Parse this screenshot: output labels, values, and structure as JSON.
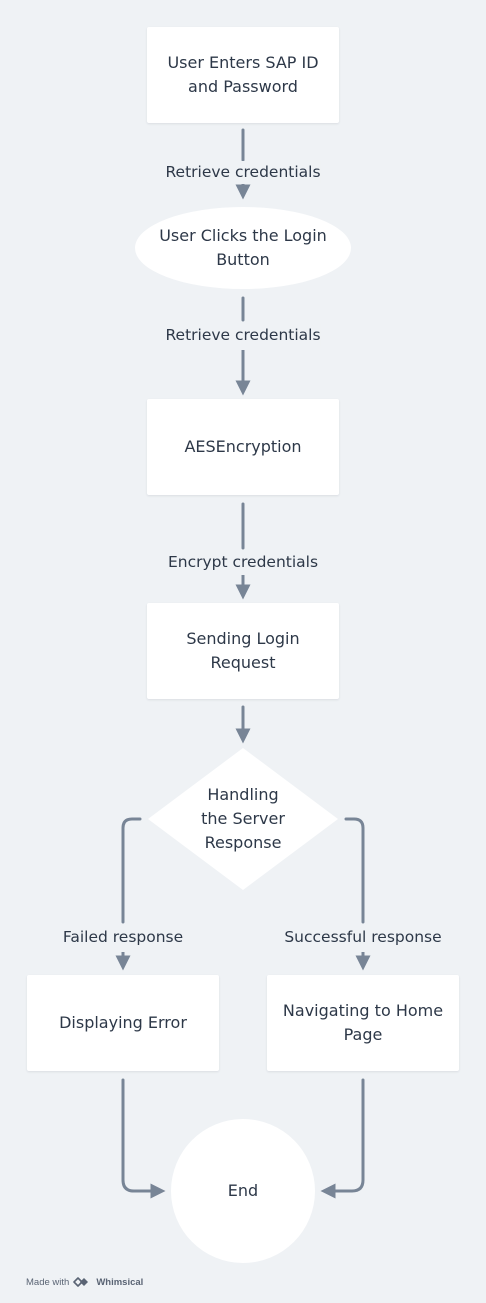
{
  "diagram": {
    "nodes": {
      "enter_credentials": "User Enters SAP ID\nand Password",
      "click_login": "User Clicks the Login\nButton",
      "aes_encryption": "AESEncryption",
      "sending_request": "Sending Login\nRequest",
      "handling_response": "Handling\nthe Server\nResponse",
      "displaying_error": "Displaying Error",
      "navigating_home": "Navigating to Home\nPage",
      "end": "End"
    },
    "edge_labels": {
      "retrieve_1": "Retrieve credentials",
      "retrieve_2": "Retrieve credentials",
      "encrypt": "Encrypt credentials",
      "failed": "Failed response",
      "successful": "Successful response"
    }
  },
  "footer": {
    "made_with": "Made with",
    "brand": "Whimsical"
  },
  "colors": {
    "background": "#eff2f5",
    "node_fill": "#ffffff",
    "connector": "#788596",
    "text": "#2d3848"
  },
  "icons": {
    "footer_logo": "whimsical-logo-icon"
  }
}
